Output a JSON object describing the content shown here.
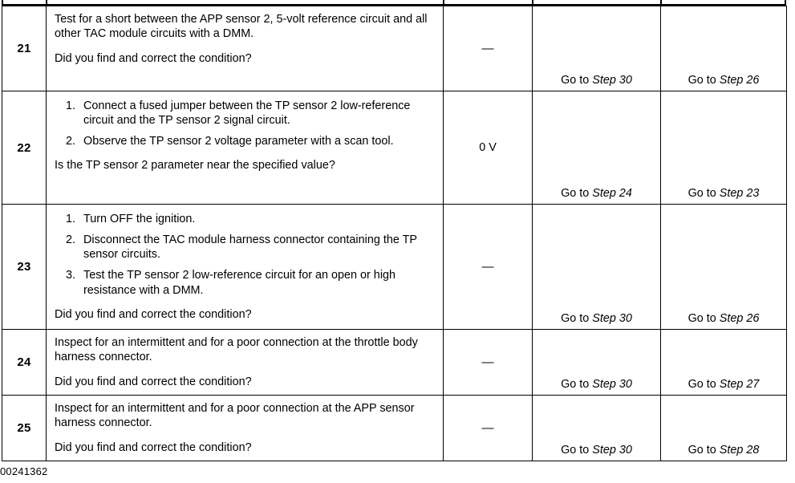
{
  "document": {
    "type": "diagnostic-procedure-table",
    "footer_code": "00241362"
  },
  "columns": {
    "step": "",
    "action": "",
    "value": "",
    "yes": "",
    "no": ""
  },
  "rows": [
    {
      "step": "21",
      "action_lead": "Test for a short between the APP sensor 2, 5-volt reference circuit and all other TAC module circuits with a DMM.",
      "action_list": [],
      "question": "Did you find and correct the condition?",
      "value": "—",
      "yes_prefix": "Go to ",
      "yes_target": "Step 30",
      "no_prefix": "Go to ",
      "no_target": "Step 26"
    },
    {
      "step": "22",
      "action_lead": "",
      "action_list": [
        "Connect a fused jumper between the TP sensor 2 low-reference circuit and the TP sensor 2 signal circuit.",
        "Observe the TP sensor 2 voltage parameter with a scan tool."
      ],
      "question": "Is the TP sensor 2 parameter near the specified value?",
      "value": "0 V",
      "yes_prefix": "Go to ",
      "yes_target": "Step 24",
      "no_prefix": "Go to ",
      "no_target": "Step 23"
    },
    {
      "step": "23",
      "action_lead": "",
      "action_list": [
        "Turn OFF the ignition.",
        "Disconnect the TAC module harness connector containing the TP sensor circuits.",
        "Test the TP sensor 2 low-reference circuit for an open or high resistance with a DMM."
      ],
      "question": "Did you find and correct the condition?",
      "value": "—",
      "yes_prefix": "Go to ",
      "yes_target": "Step 30",
      "no_prefix": "Go to ",
      "no_target": "Step 26"
    },
    {
      "step": "24",
      "action_lead": "Inspect for an intermittent and for a poor connection at the throttle body harness connector.",
      "action_list": [],
      "question": "Did you find and correct the condition?",
      "value": "—",
      "yes_prefix": "Go to ",
      "yes_target": "Step 30",
      "no_prefix": "Go to ",
      "no_target": "Step 27"
    },
    {
      "step": "25",
      "action_lead": "Inspect for an intermittent and for a poor connection at the APP sensor harness connector.",
      "action_list": [],
      "question": "Did you find and correct the condition?",
      "value": "—",
      "yes_prefix": "Go to ",
      "yes_target": "Step 30",
      "no_prefix": "Go to ",
      "no_target": "Step 28"
    }
  ]
}
